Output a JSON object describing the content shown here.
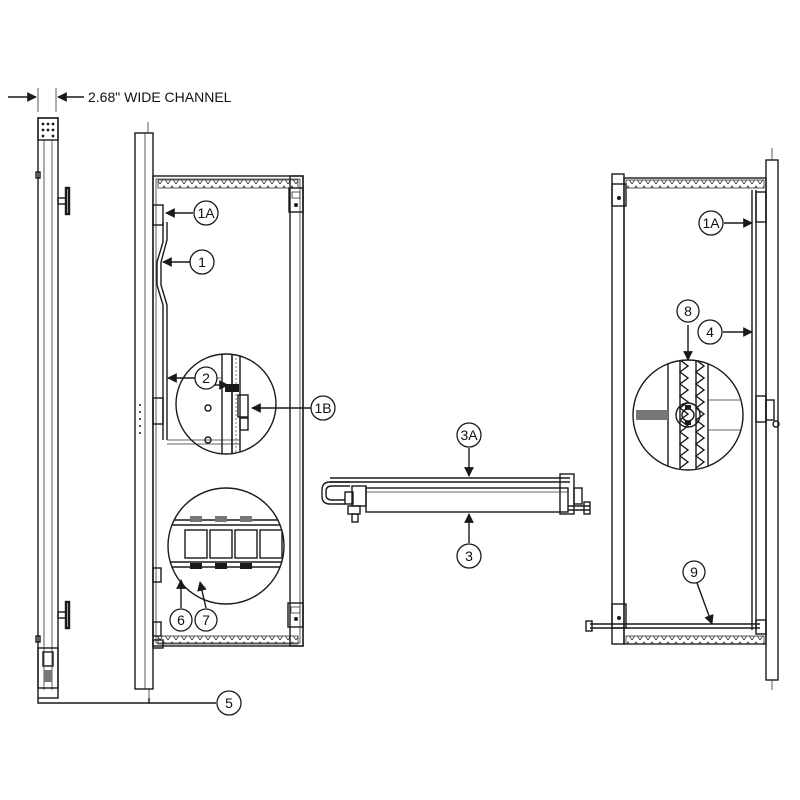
{
  "dimension_label": "2.68\" WIDE CHANNEL",
  "callouts": {
    "c1A_left": "1A",
    "c1": "1",
    "c2": "2",
    "c1B": "1B",
    "c3A": "3A",
    "c3": "3",
    "c6": "6",
    "c7": "7",
    "c5": "5",
    "c1A_right": "1A",
    "c8": "8",
    "c4": "4",
    "c9": "9"
  }
}
